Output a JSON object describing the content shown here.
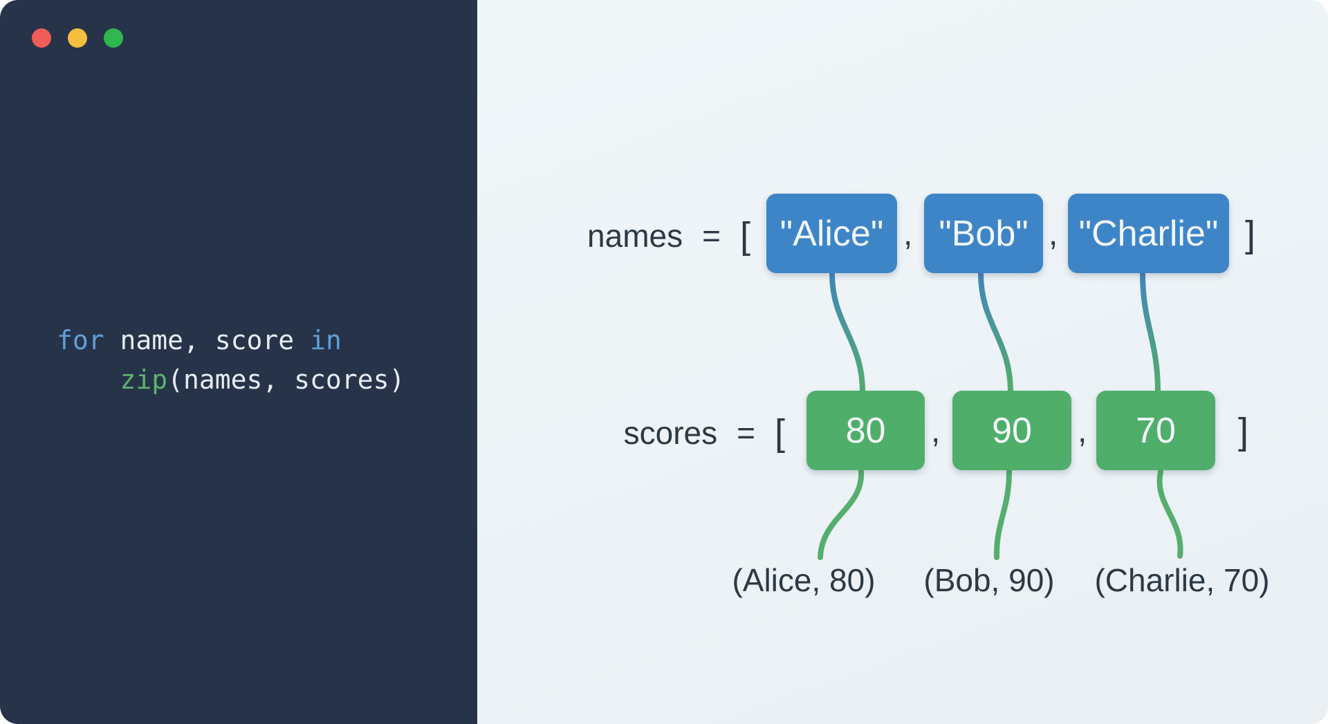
{
  "window": {
    "panel_bg": "#263349",
    "controls": [
      {
        "name": "close",
        "color": "#f05c57"
      },
      {
        "name": "minimize",
        "color": "#f6bd3f"
      },
      {
        "name": "maximize",
        "color": "#2fb750"
      }
    ]
  },
  "code": {
    "line1": {
      "kw_for": "for",
      "body": " name, score ",
      "kw_in": "in"
    },
    "line2": {
      "indent": "    ",
      "fn": "zip",
      "args": "(names, scores)"
    },
    "colors": {
      "keyword": "#5f9fd8",
      "builtin": "#5db36d",
      "plain": "#e8ecf2"
    }
  },
  "diagram": {
    "names_row": {
      "label": "names",
      "eq": "=",
      "open_bracket": "[",
      "comma": ",",
      "close_bracket": "]",
      "items": [
        "\"Alice\"",
        "\"Bob\"",
        "\"Charlie\""
      ]
    },
    "scores_row": {
      "label": "scores",
      "eq": "=",
      "open_bracket": "[",
      "comma": ",",
      "close_bracket": "]",
      "items": [
        "80",
        "90",
        "70"
      ]
    },
    "pairs": [
      "(Alice, 80)",
      "(Bob, 90)",
      "(Charlie, 70)"
    ],
    "colors": {
      "name_box": "#3e85c7",
      "score_box": "#50ae6b",
      "connector_blue": "#4285bc",
      "connector_green": "#55ae6e",
      "text": "#2c3945",
      "background": "#edf3f6"
    }
  }
}
